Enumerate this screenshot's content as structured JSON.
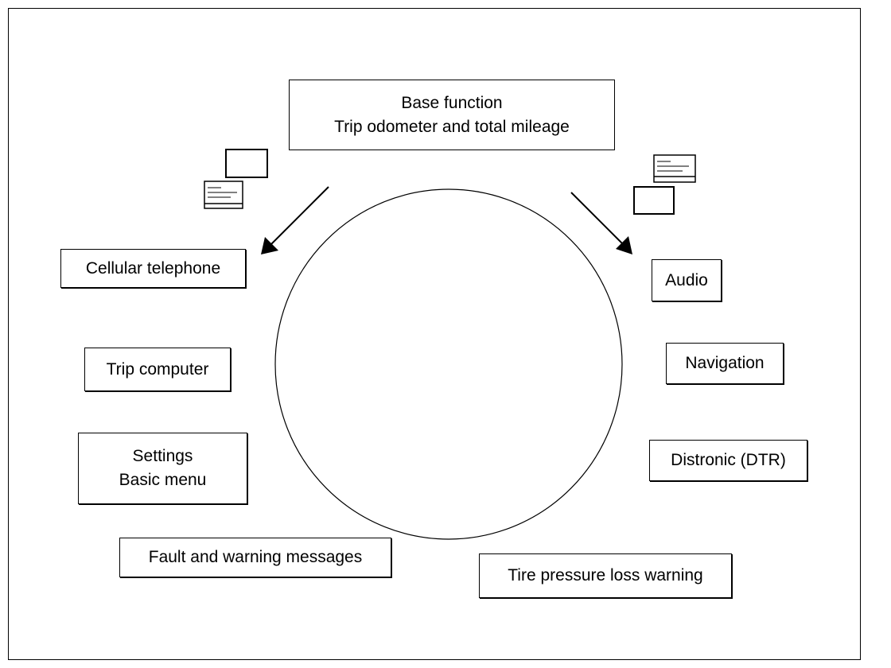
{
  "diagram": {
    "base_function": {
      "line1": "Base function",
      "line2": "Trip odometer and total mileage"
    },
    "left_items": {
      "cellular": "Cellular telephone",
      "trip_computer": "Trip computer",
      "settings_line1": "Settings",
      "settings_line2": "Basic menu",
      "fault": "Fault and warning messages"
    },
    "right_items": {
      "audio": "Audio",
      "navigation": "Navigation",
      "distronic": "Distronic (DTR)",
      "tire": "Tire pressure loss warning"
    },
    "icons": {
      "left_arrow": "arrow-down-left-icon",
      "right_arrow": "arrow-down-right-icon",
      "left_windows": "stacked-windows-icon",
      "right_windows": "stacked-windows-icon"
    }
  }
}
